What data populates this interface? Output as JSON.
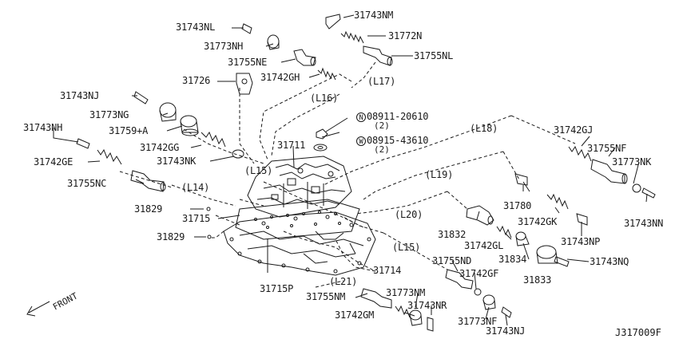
{
  "parts": {
    "p31743NM": "31743NM",
    "p31772N": "31772N",
    "p31755NL": "31755NL",
    "p31743NL": "31743NL",
    "p31773NH": "31773NH",
    "p31755NE": "31755NE",
    "p31726": "31726",
    "p31742GH": "31742GH",
    "L17": "(L17)",
    "L16": "(L16)",
    "p31743NJ_top": "31743NJ",
    "p31773NG": "31773NG",
    "p31759A": "31759+A",
    "p31743NH": "31743NH",
    "p31742GG": "31742GG",
    "p31742GE": "31742GE",
    "p31743NK": "31743NK",
    "p31711": "31711",
    "L15a": "(L15)",
    "p31755NC": "31755NC",
    "L14": "(L14)",
    "p31829a": "31829",
    "p31715": "31715",
    "p31829b": "31829",
    "p31715P": "31715P",
    "L18": "(L18)",
    "p31742GJ": "31742GJ",
    "p31755NF": "31755NF",
    "p31773NK": "31773NK",
    "p31743NN": "31743NN",
    "L19": "(L19)",
    "p31780": "31780",
    "p31742GK": "31742GK",
    "L20": "(L20)",
    "p31832": "31832",
    "p31743NP": "31743NP",
    "p31742GL": "31742GL",
    "p31834": "31834",
    "L15b": "(L15)",
    "p31714": "31714",
    "p31755ND": "31755ND",
    "p31833": "31833",
    "p31743NQ": "31743NQ",
    "p31742GF": "31742GF",
    "L21": "(L21)",
    "p31755NM": "31755NM",
    "p31773NM": "31773NM",
    "p31743NR": "31743NR",
    "p31742GM": "31742GM",
    "p31773NF": "31773NF",
    "p31743NJ_bot": "31743NJ"
  },
  "fasteners": {
    "nut_symbol": "N",
    "nut_part": "08911-20610",
    "nut_qty": "(2)",
    "washer_symbol": "W",
    "washer_part": "08915-43610",
    "washer_qty": "(2)"
  },
  "front_label": "FRONT",
  "diagram_code": "J317009F"
}
